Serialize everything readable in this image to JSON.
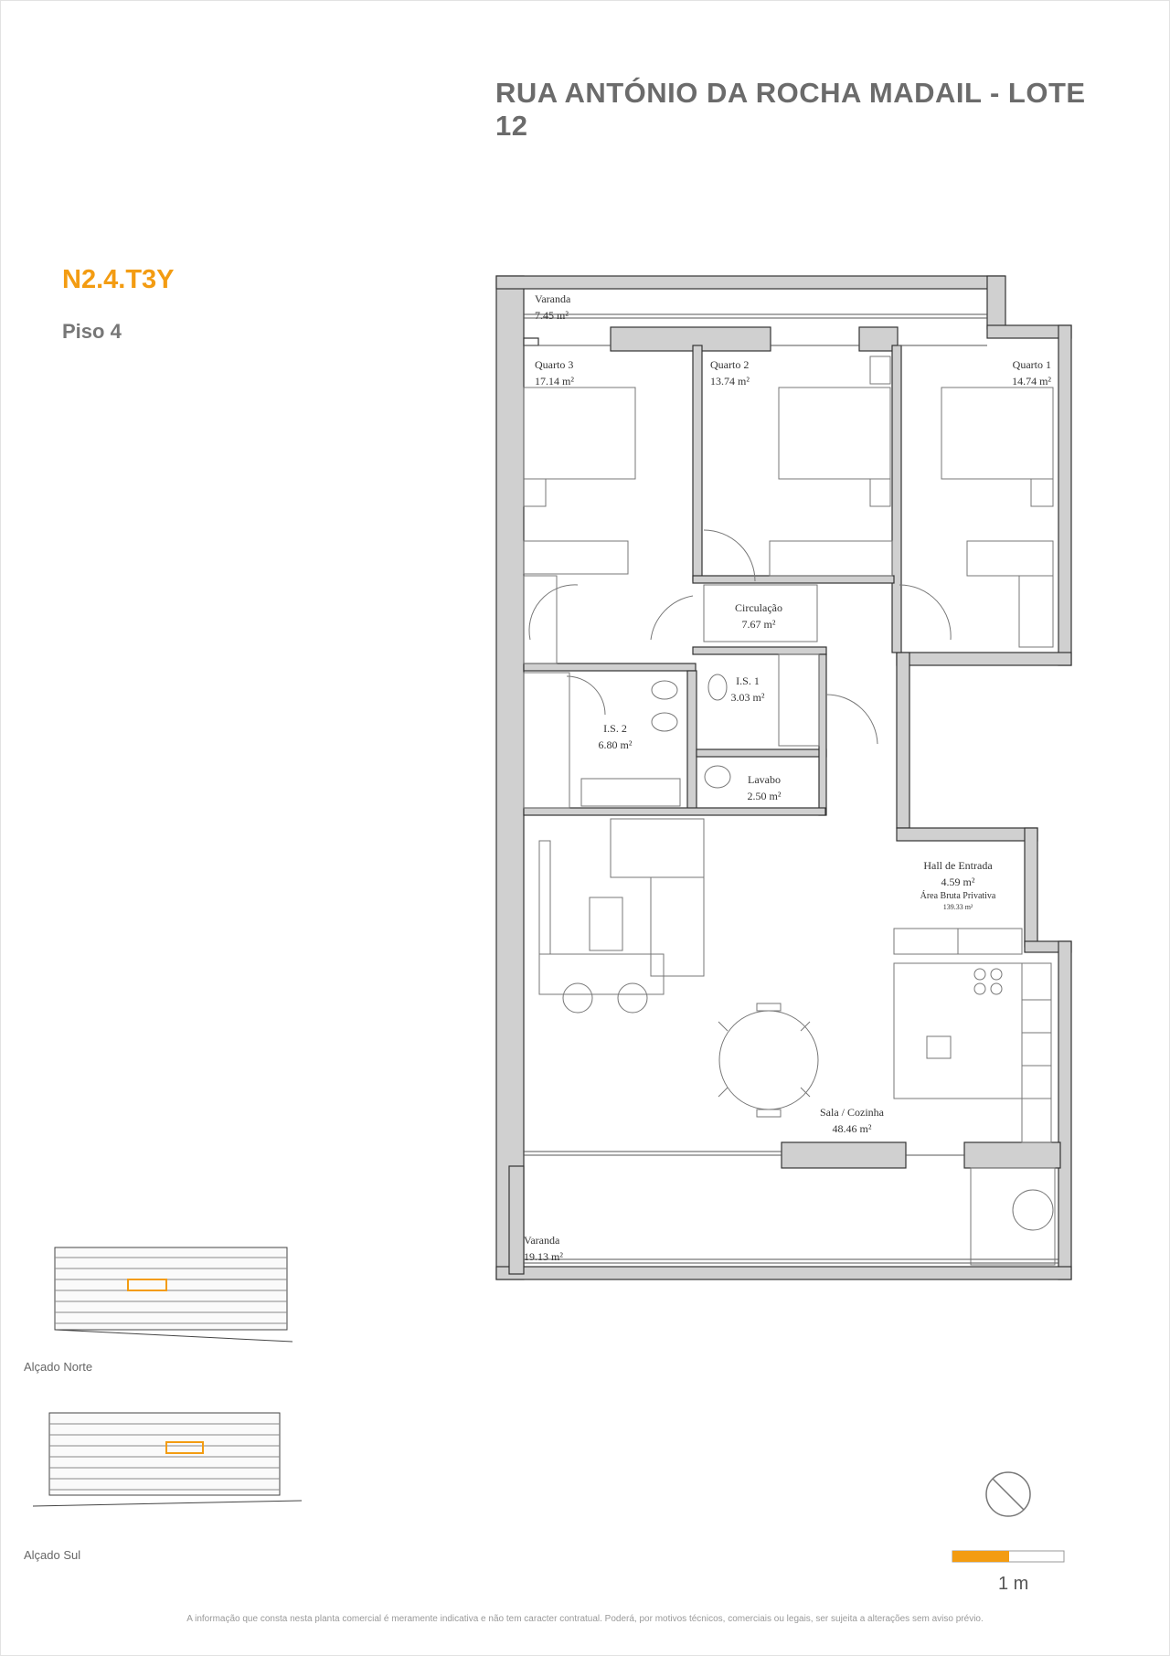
{
  "header": {
    "title": "RUA ANTÓNIO DA ROCHA MADAIL - LOTE 12"
  },
  "unit": {
    "code": "N2.4.T3Y",
    "floor": "Piso 4"
  },
  "rooms": {
    "varanda_top": {
      "name": "Varanda",
      "area": "7.45 m²"
    },
    "quarto3": {
      "name": "Quarto 3",
      "area": "17.14 m²"
    },
    "quarto2": {
      "name": "Quarto 2",
      "area": "13.74 m²"
    },
    "quarto1": {
      "name": "Quarto 1",
      "area": "14.74 m²"
    },
    "circulacao": {
      "name": "Circulação",
      "area": "7.67 m²"
    },
    "is1": {
      "name": "I.S. 1",
      "area": "3.03 m²"
    },
    "is2": {
      "name": "I.S. 2",
      "area": "6.80 m²"
    },
    "lavabo": {
      "name": "Lavabo",
      "area": "2.50 m²"
    },
    "hall": {
      "name": "Hall de Entrada",
      "area": "4.59 m²",
      "note": "Área Bruta Privativa",
      "note_value": "139.33 m²"
    },
    "sala": {
      "name": "Sala / Cozinha",
      "area": "48.46 m²"
    },
    "varanda_bottom": {
      "name": "Varanda",
      "area": "19.13 m²"
    }
  },
  "elevations": {
    "north": "Alçado Norte",
    "south": "Alçado Sul"
  },
  "scale": {
    "label": "1 m",
    "accent": "#f39c12"
  },
  "footer": {
    "disclaimer": "A informação que consta nesta planta comercial é meramente indicativa e não tem caracter contratual. Poderá, por motivos técnicos, comerciais ou legais, ser sujeita a alterações sem aviso prévio."
  },
  "colors": {
    "accent": "#f39c12",
    "wall": "#d0d0d0",
    "wall_stroke": "#333333"
  }
}
